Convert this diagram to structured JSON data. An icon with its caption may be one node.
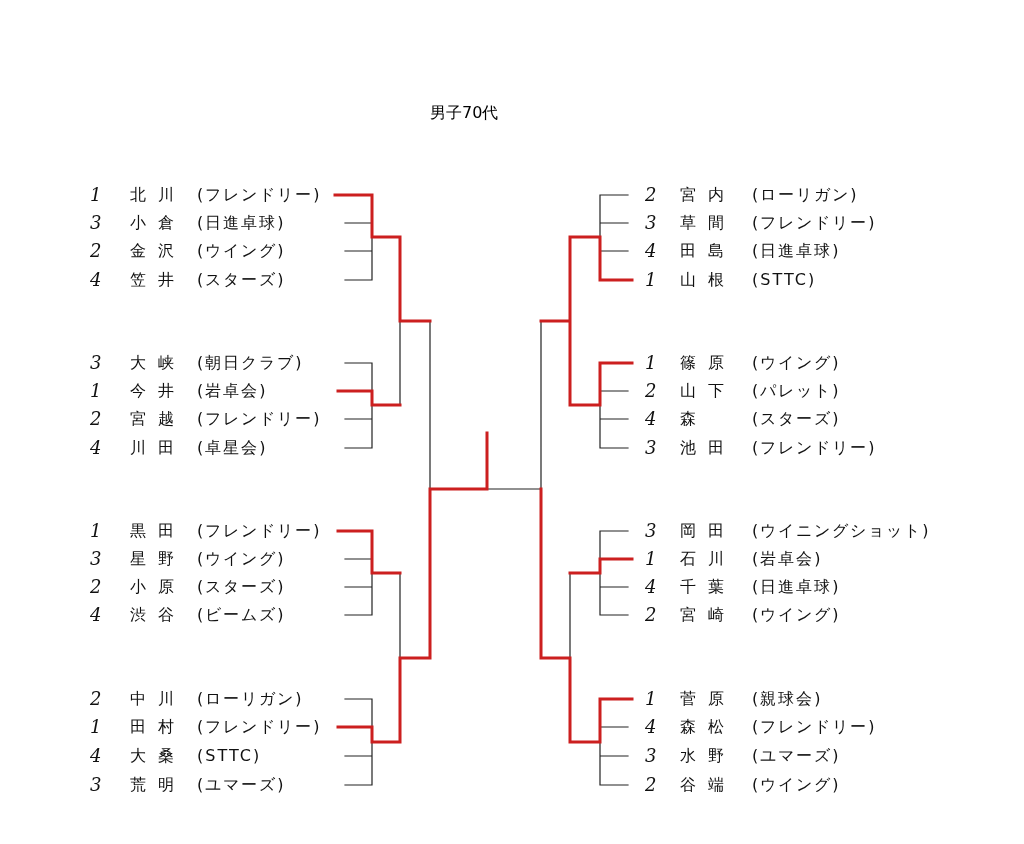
{
  "diagram": {
    "title": "男子70代",
    "labels": [
      "1",
      "北川",
      "(フレンドリー)",
      "3",
      "小倉",
      "(日進卓球)",
      "2",
      "金沢",
      "(ウイング)",
      "4",
      "笠井",
      "(スターズ)",
      "3",
      "大峡",
      "(朝日クラブ)",
      "1",
      "今井",
      "(岩卓会)",
      "2",
      "宮越",
      "(フレンドリー)",
      "4",
      "川田",
      "(卓星会)",
      "1",
      "黒田",
      "(フレンドリー)",
      "3",
      "星野",
      "(ウイング)",
      "2",
      "小原",
      "(スターズ)",
      "4",
      "渋谷",
      "(ビームズ)",
      "2",
      "中川",
      "(ローリガン)",
      "1",
      "田村",
      "(フレンドリー)",
      "4",
      "大桑",
      "(STTC)",
      "3",
      "荒明",
      "(ユマーズ)",
      "2",
      "宮内",
      "(ローリガン)",
      "3",
      "草間",
      "(フレンドリー)",
      "4",
      "田島",
      "(日進卓球)",
      "1",
      "山根",
      "(STTC)",
      "1",
      "篠原",
      "(ウイング)",
      "2",
      "山下",
      "(パレット)",
      "4",
      "森",
      "(スターズ)",
      "3",
      "池田",
      "(フレンドリー)",
      "3",
      "岡田",
      "(ウイニングショット)",
      "1",
      "石川",
      "(岩卓会)",
      "4",
      "千葉",
      "(日進卓球)",
      "2",
      "宮崎",
      "(ウイング)",
      "1",
      "菅原",
      "(親球会)",
      "4",
      "森松",
      "(フレンドリー)",
      "3",
      "水野",
      "(ユマーズ)",
      "2",
      "谷端",
      "(ウイング)"
    ]
  }
}
